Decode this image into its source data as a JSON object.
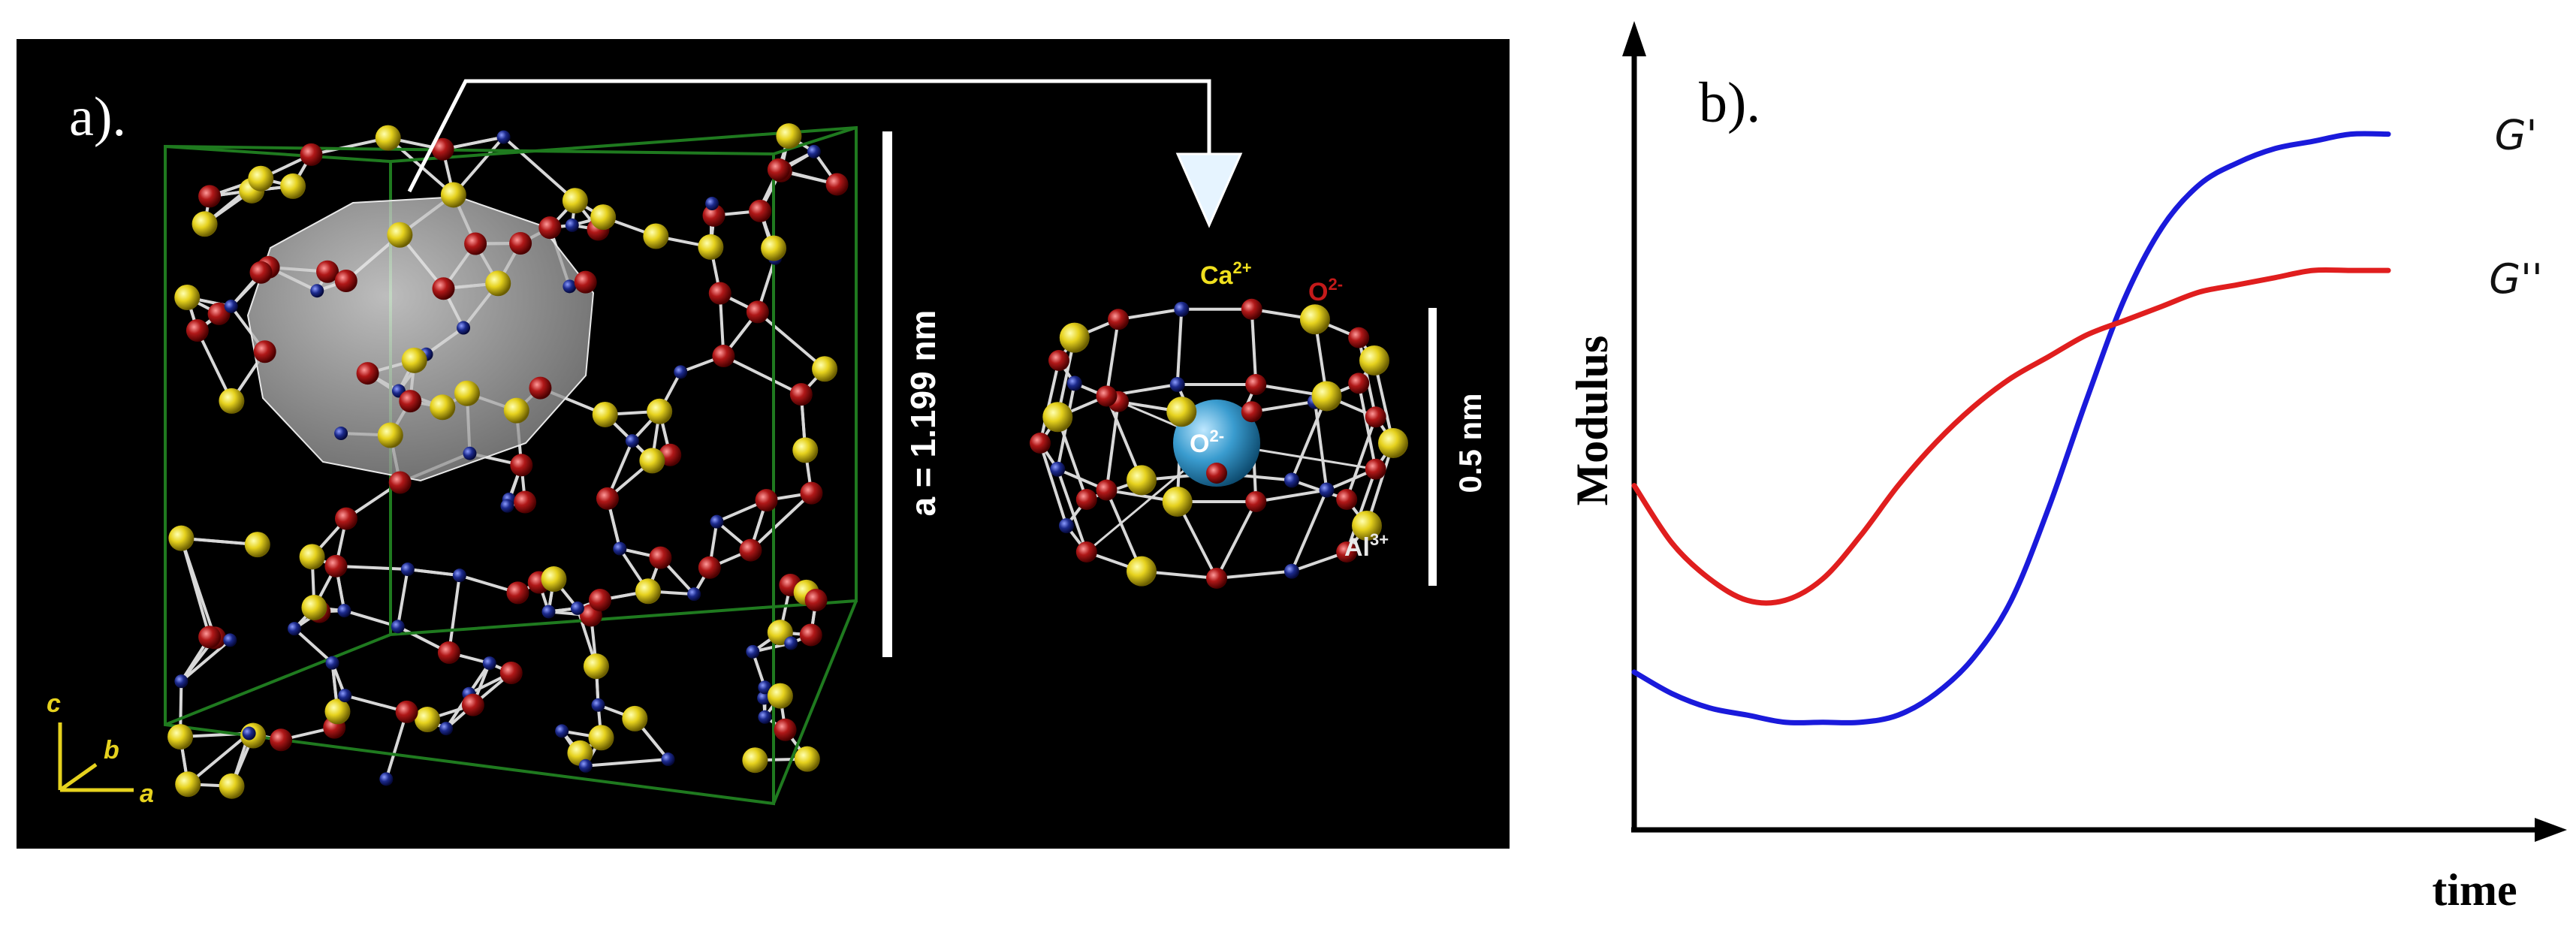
{
  "panel_a": {
    "label": "a).",
    "cell_dimension": "a = 1.199 nm",
    "cage_scale": "0.5 nm",
    "axes": {
      "c": "c",
      "b": "b",
      "a": "a"
    },
    "ions": {
      "calcium_base": "Ca",
      "calcium_charge": "2+",
      "oxygen_base": "O",
      "oxygen_charge": "2-",
      "aluminium_base": "Al",
      "aluminium_charge": "3+",
      "center_base": "O",
      "center_charge": "2-"
    },
    "colors": {
      "background": "#000000",
      "cell_edge": "#1f7a1f",
      "calcium": "#e6d21e",
      "oxygen": "#b01818",
      "aluminium": "#1c2a8c",
      "bond": "#d8d8d8",
      "cage_fill": "#c9c9c9",
      "center_ion": "#3a9ccf"
    }
  },
  "panel_b": {
    "label": "b).",
    "chart_data": {
      "type": "line",
      "xlabel": "time",
      "ylabel": "Modulus",
      "x": [
        0,
        0.05,
        0.1,
        0.15,
        0.2,
        0.25,
        0.3,
        0.35,
        0.4,
        0.45,
        0.5,
        0.55,
        0.6,
        0.65,
        0.7,
        0.75,
        0.8,
        0.85,
        0.9,
        0.95,
        1.0
      ],
      "series": [
        {
          "name": "G'",
          "color": "#1a1adb",
          "values": [
            0.22,
            0.19,
            0.17,
            0.16,
            0.15,
            0.15,
            0.15,
            0.16,
            0.19,
            0.24,
            0.32,
            0.45,
            0.6,
            0.74,
            0.84,
            0.9,
            0.93,
            0.95,
            0.96,
            0.97,
            0.97
          ]
        },
        {
          "name": "G''",
          "color": "#e01e1e",
          "values": [
            0.48,
            0.4,
            0.35,
            0.32,
            0.32,
            0.35,
            0.41,
            0.48,
            0.54,
            0.59,
            0.63,
            0.66,
            0.69,
            0.71,
            0.73,
            0.75,
            0.76,
            0.77,
            0.78,
            0.78,
            0.78
          ]
        }
      ]
    }
  }
}
